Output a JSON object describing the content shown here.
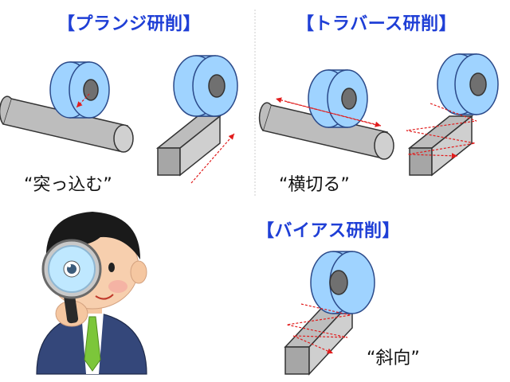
{
  "sections": {
    "plunge": {
      "title": "【プランジ研削】",
      "caption": "“突っ込む”"
    },
    "traverse": {
      "title": "【トラバース研削】",
      "caption": "“横切る”"
    },
    "bias": {
      "title": "【バイアス研削】",
      "caption": "“斜向”"
    }
  },
  "colors": {
    "title": "#1f3fd6",
    "wheel": "#9fd3ff",
    "wheel_edge": "#2b4a8a",
    "hub": "#707070",
    "workpiece": "#bdbdbd",
    "arrow": "#e11d1d"
  },
  "illustration": {
    "name": "person-with-magnifying-glass"
  }
}
